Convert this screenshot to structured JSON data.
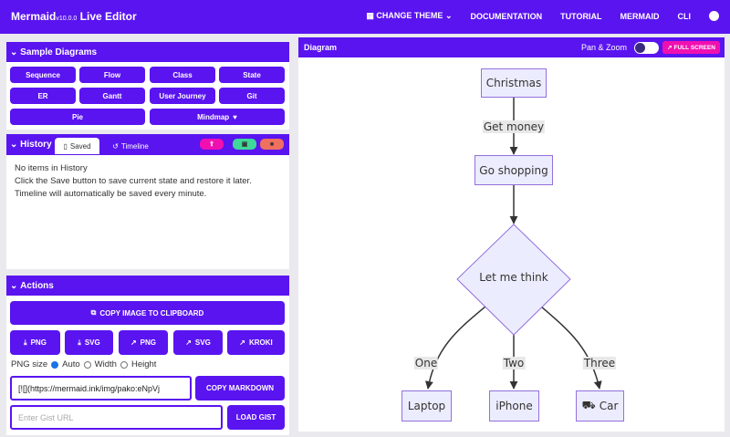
{
  "header": {
    "brand": "Mermaid",
    "version": "v10.0.0",
    "subtitle": "Live Editor",
    "nav": [
      "CHANGE THEME",
      "DOCUMENTATION",
      "TUTORIAL",
      "MERMAID",
      "CLI"
    ]
  },
  "samples": {
    "title": "Sample Diagrams",
    "buttons": [
      "Sequence",
      "Flow",
      "Class",
      "State",
      "ER",
      "Gantt",
      "User Journey",
      "Git",
      "Pie",
      "Mindmap"
    ]
  },
  "history": {
    "title": "History",
    "tabs": [
      "Saved",
      "Timeline"
    ],
    "lines": [
      "No items in History",
      "Click the Save button to save current state and restore it later.",
      "Timeline will automatically be saved every minute."
    ]
  },
  "actions": {
    "title": "Actions",
    "copy_image": "COPY IMAGE TO CLIPBOARD",
    "exports": [
      "PNG",
      "SVG",
      "PNG",
      "SVG",
      "KROKI"
    ],
    "png_size_label": "PNG size",
    "png_size_options": [
      "Auto",
      "Width",
      "Height"
    ],
    "png_size_selected": "Auto",
    "markdown_value": "[![](https://mermaid.ink/img/pako:eNpVj",
    "copy_markdown": "COPY MARKDOWN",
    "gist_placeholder": "Enter Gist URL",
    "load_gist": "LOAD GIST"
  },
  "diagram": {
    "title": "Diagram",
    "pan_zoom": "Pan & Zoom",
    "pan_zoom_on": false,
    "full_screen": "FULL SCREEN",
    "nodes": {
      "christmas": "Christmas",
      "shopping": "Go shopping",
      "think": "Let me think",
      "laptop": "Laptop",
      "iphone": "iPhone",
      "car": "Car"
    },
    "edges": {
      "money": "Get money",
      "one": "One",
      "two": "Two",
      "three": "Three"
    }
  },
  "colors": {
    "primary": "#5a14f0",
    "pink": "#f010b0",
    "green": "#3ed89a",
    "red": "#f07060"
  }
}
